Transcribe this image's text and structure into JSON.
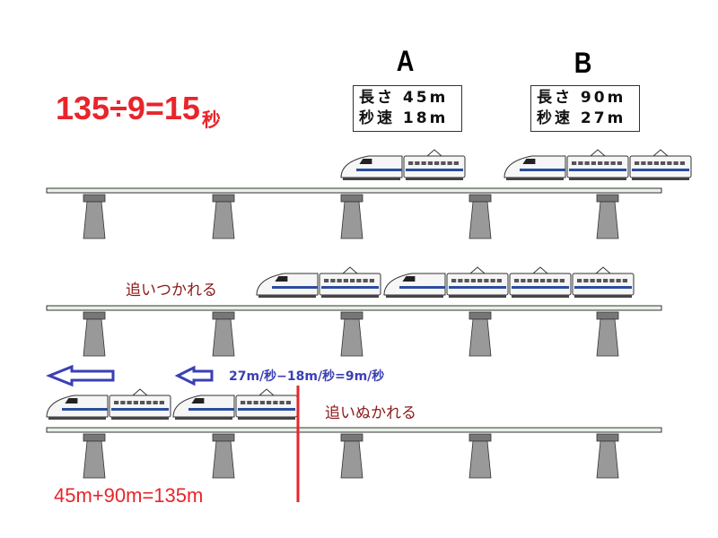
{
  "equation_top": {
    "text": "135÷9=15",
    "unit": "秒"
  },
  "equation_bottom": "45m+90m=135m",
  "relative_speed": "27m/秒−18m/秒=9m/秒",
  "stage2_caption": "追いつかれる",
  "stage3_caption": "追いぬかれる",
  "trains": {
    "A": {
      "name": "A",
      "length_line": "長さ 45m",
      "speed_line": "秒速 18m",
      "cars": 2
    },
    "B": {
      "name": "B",
      "length_line": "長さ 90m",
      "speed_line": "秒速 27m",
      "cars": 4
    }
  },
  "colors": {
    "red": "#e8252b",
    "blue": "#3a3fb5",
    "maroon": "#8b1a1a",
    "train_stripe": "#2a4da0"
  }
}
